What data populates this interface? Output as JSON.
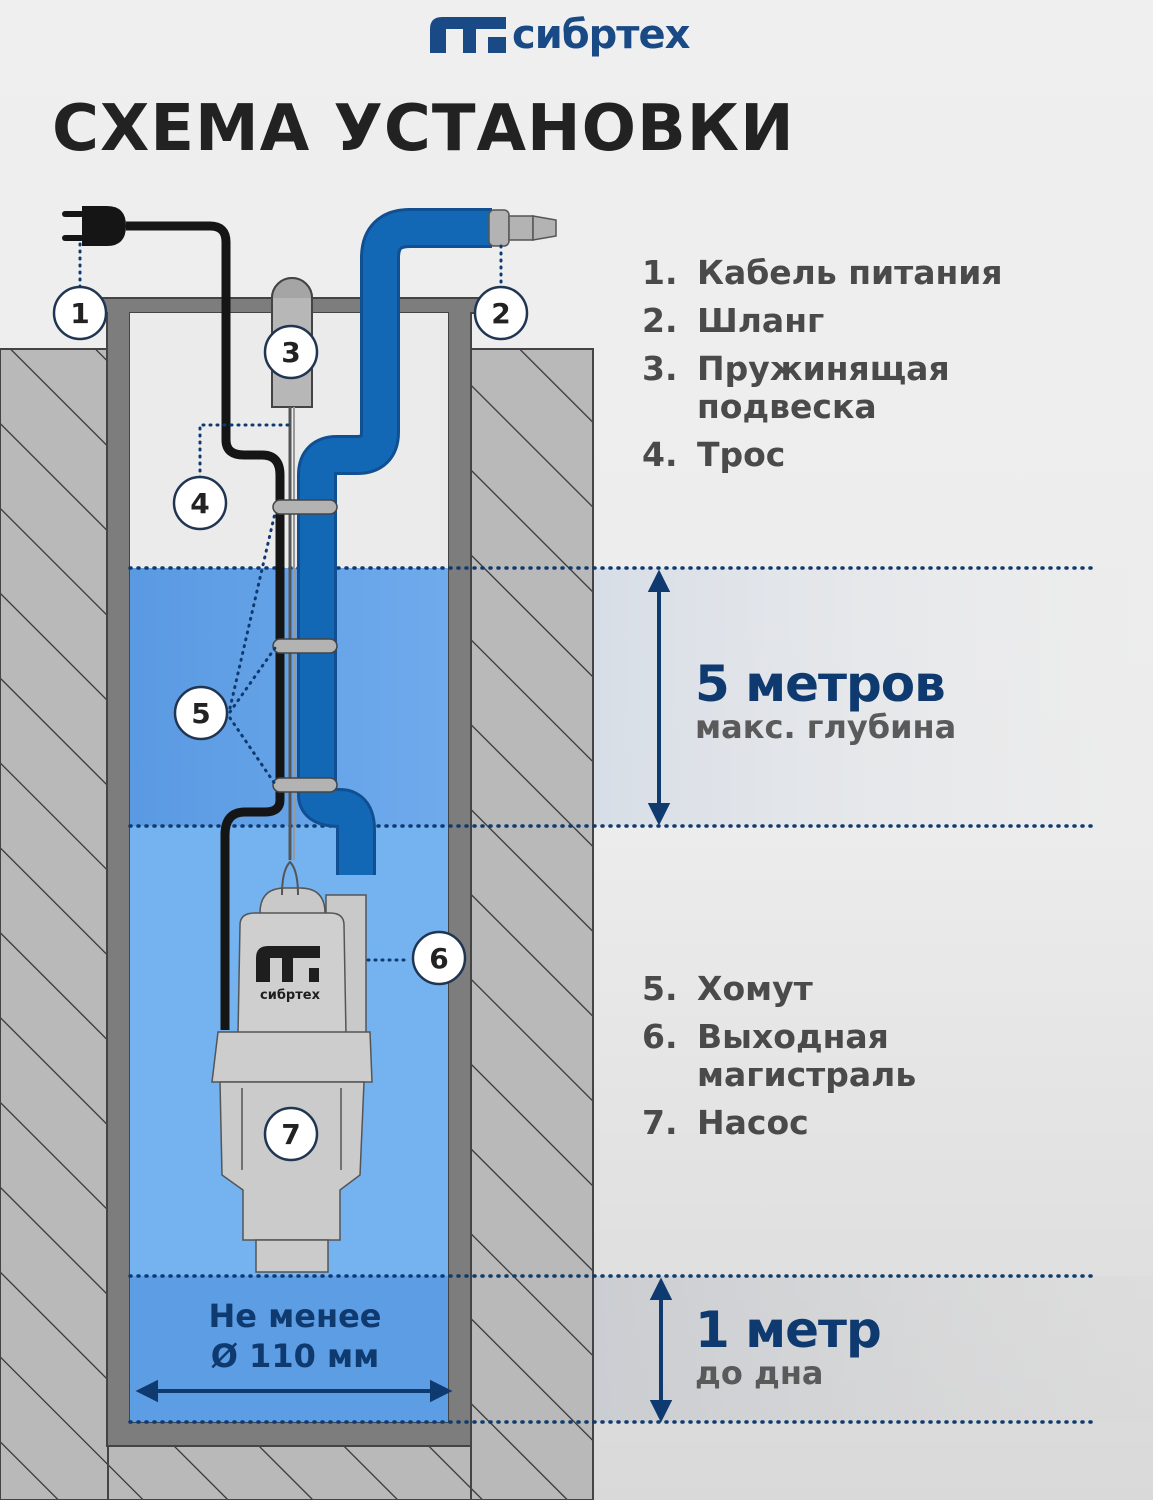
{
  "brand": {
    "name": "сибртех",
    "logo_icon": "ct-logo-icon",
    "color": "#1a4a86"
  },
  "title": "СХЕМА УСТАНОВКИ",
  "callouts": [
    "1",
    "2",
    "3",
    "4",
    "5",
    "6",
    "7"
  ],
  "legend": {
    "top": [
      {
        "num": "1.",
        "label": "Кабель питания"
      },
      {
        "num": "2.",
        "label": "Шланг"
      },
      {
        "num": "3.",
        "label": "Пружинящая\nподвеска"
      },
      {
        "num": "4.",
        "label": "Трос"
      }
    ],
    "bottom": [
      {
        "num": "5.",
        "label": "Хомут"
      },
      {
        "num": "6.",
        "label": "Выходная\nмагистраль"
      },
      {
        "num": "7.",
        "label": "Насос"
      }
    ]
  },
  "dimensions": {
    "max_depth": {
      "value": "5 метров",
      "caption": "макс. глубина"
    },
    "to_bottom": {
      "value": "1 метр",
      "caption": "до дна"
    },
    "diameter": {
      "line1": "Не менее",
      "line2": "Ø 110 мм"
    }
  },
  "pump_label": "сибртех",
  "colors": {
    "accent_dark": "#0e3a70",
    "hose_blue": "#1368b6",
    "water_light": "#6aa8ea",
    "water_deep": "#74b2f0",
    "wall_gray": "#7d7d7d",
    "ground_gray": "#b9b9b9",
    "pump_gray": "#c9c9c9"
  }
}
